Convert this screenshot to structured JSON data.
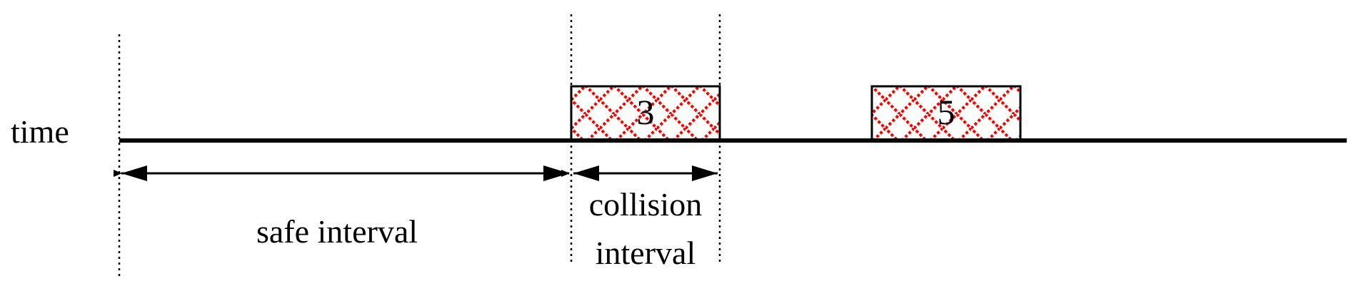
{
  "diagram": {
    "axis_label": "time",
    "blocks": [
      {
        "label": "3"
      },
      {
        "label": "5"
      }
    ],
    "intervals": [
      {
        "label": "safe interval"
      },
      {
        "label_line1": "collision",
        "label_line2": "interval"
      }
    ],
    "colors": {
      "line": "#000000",
      "hatch": "#ff0000",
      "background": "#ffffff"
    }
  }
}
